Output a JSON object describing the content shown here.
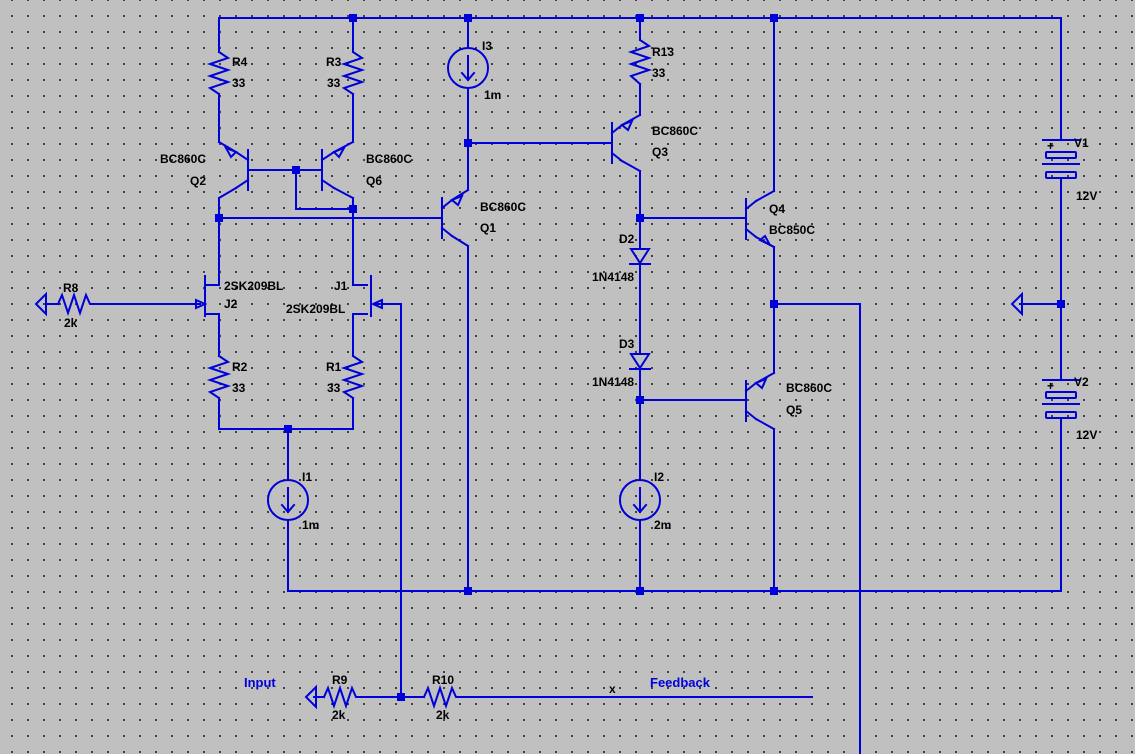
{
  "components": {
    "R1": {
      "ref": "R1",
      "value": "33"
    },
    "R2": {
      "ref": "R2",
      "value": "33"
    },
    "R3": {
      "ref": "R3",
      "value": "33"
    },
    "R4": {
      "ref": "R4",
      "value": "33"
    },
    "R8": {
      "ref": "R8",
      "value": "2k"
    },
    "R9": {
      "ref": "R9",
      "value": "2k"
    },
    "R10": {
      "ref": "R10",
      "value": "2k"
    },
    "R13": {
      "ref": "R13",
      "value": "33"
    },
    "Q1": {
      "ref": "Q1",
      "model": "BC860C"
    },
    "Q2": {
      "ref": "Q2",
      "model": "BC860C"
    },
    "Q3": {
      "ref": "Q3",
      "model": "BC860C"
    },
    "Q4": {
      "ref": "Q4",
      "model": "BC850C"
    },
    "Q5": {
      "ref": "Q5",
      "model": "BC860C"
    },
    "Q6": {
      "ref": "Q6",
      "model": "BC860C"
    },
    "J1": {
      "ref": "J1",
      "model": "2SK209BL"
    },
    "J2": {
      "ref": "J2",
      "model": "2SK209BL"
    },
    "D2": {
      "ref": "D2",
      "model": "1N4148"
    },
    "D3": {
      "ref": "D3",
      "model": "1N4148"
    },
    "I1": {
      "ref": "I1",
      "value": "1m"
    },
    "I2": {
      "ref": "I2",
      "value": "2m"
    },
    "I3": {
      "ref": "I3",
      "value": "1m"
    },
    "V1": {
      "ref": "V1",
      "value": "12V"
    },
    "V2": {
      "ref": "V2",
      "value": "12V"
    }
  },
  "nets": {
    "input": "Input",
    "feedback": "Feedback",
    "node_x": "x"
  },
  "colors": {
    "background": "#c0c0c0",
    "wire": "#0000d8",
    "text": "#000000",
    "net_label": "#0000d8"
  }
}
